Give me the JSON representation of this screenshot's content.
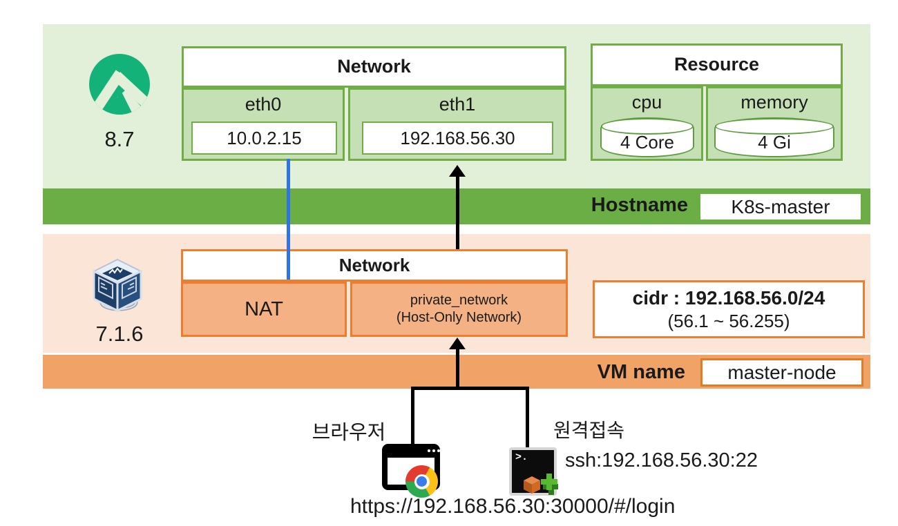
{
  "meta": {
    "type": "kubernetes-vm-network-diagram"
  },
  "colors": {
    "accent_green": "#70AD47",
    "cell_green": "#C5E0B4",
    "bg_green": "#E2EFD9",
    "bar_green": "#6CAE46",
    "accent_orange": "#ED7D31",
    "cell_orange": "#F4B183",
    "bg_orange": "#FBE5D6",
    "bar_orange": "#F0A267",
    "blue_line": "#2E74E4",
    "rocky_teal": "#12B279",
    "black": "#000000"
  },
  "rocky": {
    "version": "8.7"
  },
  "linux_network": {
    "header": "Network",
    "cols": [
      {
        "label": "eth0",
        "value": "10.0.2.15"
      },
      {
        "label": "eth1",
        "value": "192.168.56.30"
      }
    ]
  },
  "resource": {
    "header": "Resource",
    "cols": [
      {
        "label": "cpu",
        "value": "4 Core"
      },
      {
        "label": "memory",
        "value": "4 Gi"
      }
    ]
  },
  "hostname": {
    "label": "Hostname",
    "value": "K8s-master"
  },
  "vbox": {
    "version": "7.1.6"
  },
  "vbox_network": {
    "header": "Network",
    "cols": [
      {
        "label": "NAT",
        "sub": ""
      },
      {
        "label": "private_network",
        "sub": "(Host-Only Network)"
      }
    ]
  },
  "cidr": {
    "line1": "cidr : 192.168.56.0/24",
    "line2": "(56.1 ~ 56.255)"
  },
  "vm": {
    "label": "VM name",
    "value": "master-node"
  },
  "access": {
    "browser_label": "브라우저",
    "remote_label": "원격접속",
    "ssh": "ssh:192.168.56.30:22",
    "url": "https://192.168.56.30:30000/#/login",
    "terminal_prompt": ">."
  }
}
